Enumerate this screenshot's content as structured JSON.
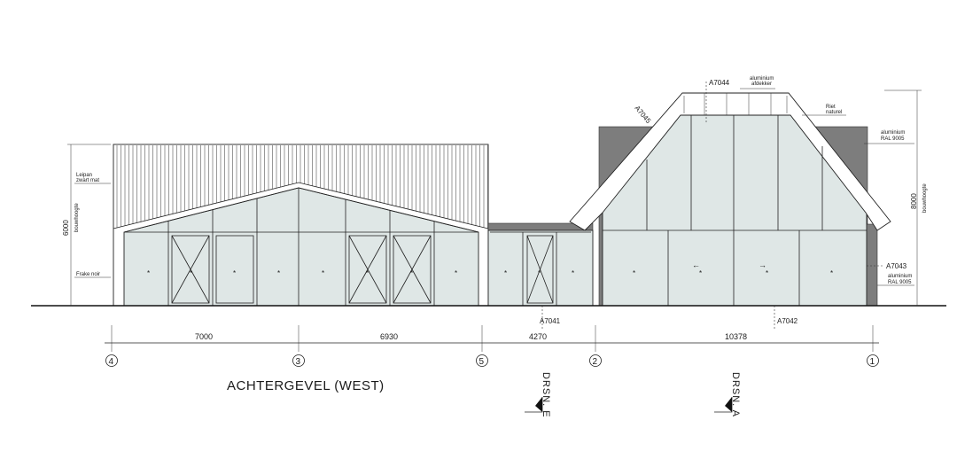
{
  "drawing": {
    "title": "ACHTERGEVEL (WEST)",
    "left_building": {
      "height_label": "6000",
      "height_sub": "bouwhoogte",
      "note_roof_1": "Leipan",
      "note_roof_2": "zwart mat",
      "note_wall": "Frake noir"
    },
    "right_building": {
      "height_label": "8000",
      "height_sub": "bouwhoogte",
      "note_cap_1": "aluminium",
      "note_cap_2": "afdekker",
      "note_thatch_1": "Riet",
      "note_thatch_2": "naturel",
      "note_alu1_1": "aluminium",
      "note_alu1_2": "RAL 9005",
      "note_alu2_1": "aluminium",
      "note_alu2_2": "RAL 9005"
    },
    "tags": {
      "a7044": "A7044",
      "a7045": "A7045",
      "a7041": "A7041",
      "a7042": "A7042",
      "a7043": "A7043"
    },
    "panel_mark": "*",
    "arrows": {
      "left": "←",
      "right": "→"
    },
    "dimensions": [
      "7000",
      "6930",
      "4270",
      "10378"
    ],
    "grid_markers": [
      "4",
      "3",
      "5",
      "2",
      "1"
    ],
    "sections": [
      {
        "label": "DRSN. E"
      },
      {
        "label": "DRSN. A"
      }
    ]
  }
}
